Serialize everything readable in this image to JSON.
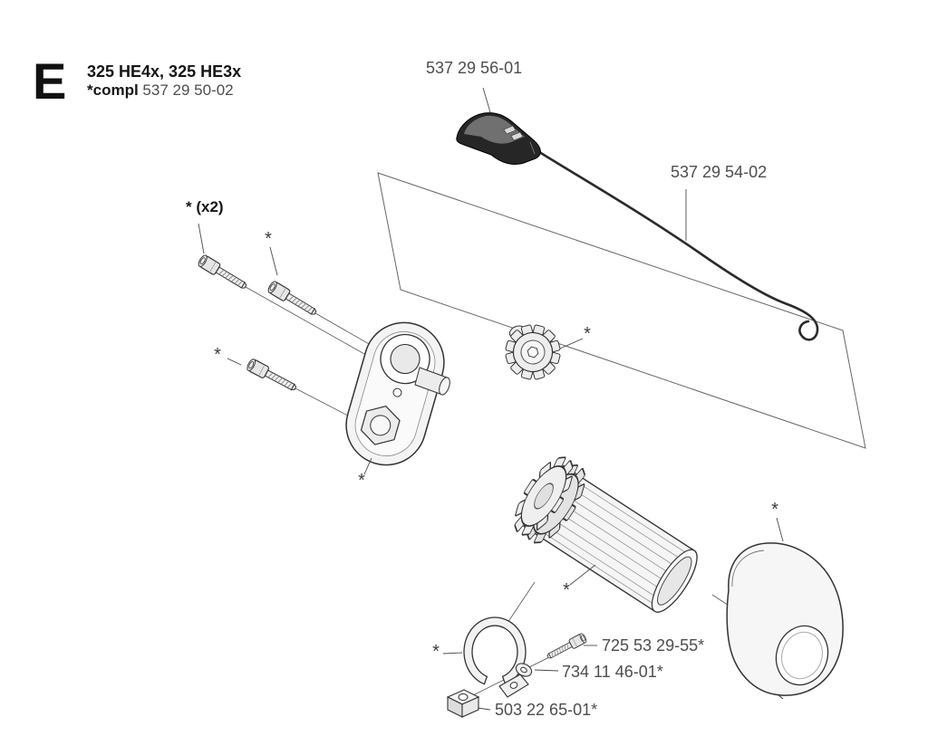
{
  "header": {
    "section_letter": "E",
    "models": "325 HE4x, 325 HE3x",
    "compl_label": "*compl",
    "compl_number": "537 29 50-02"
  },
  "part_labels": {
    "throttle_trigger": "537 29 56-01",
    "throttle_cable": "537 29 54-02",
    "clamp_bolt": "725 53 29-55*",
    "washer": "734 11 46-01*",
    "nut": "503 22 65-01*",
    "screw_qty": "* (x2)"
  },
  "markers": {
    "star": "*"
  },
  "colors": {
    "line": "#333333",
    "label_text": "#4d4d4d"
  }
}
